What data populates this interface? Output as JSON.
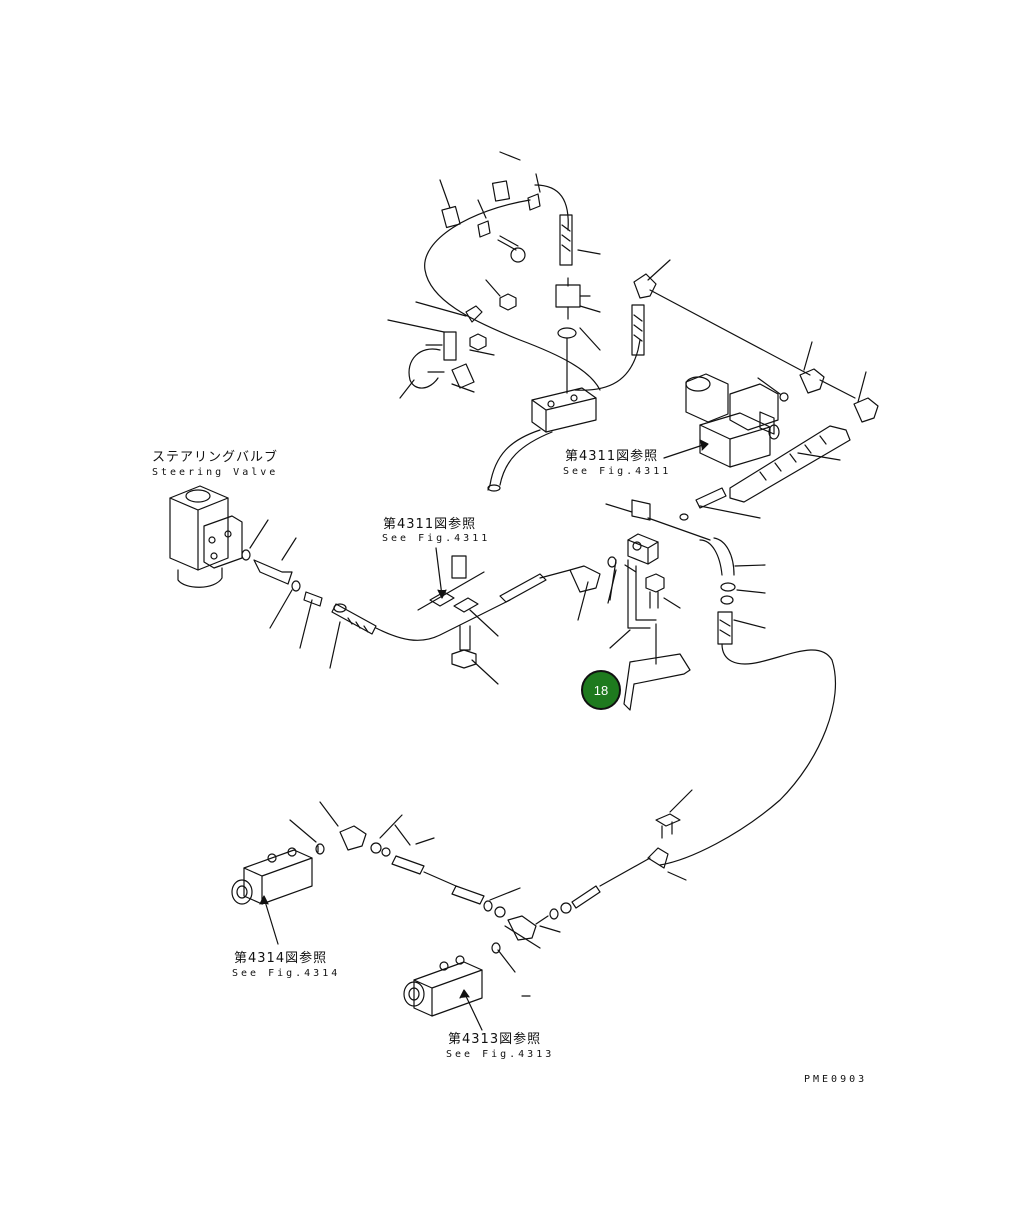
{
  "labels": {
    "steering_valve_jp": "ステアリングバルブ",
    "steering_valve_en": "Steering Valve",
    "ref_4311_a_jp": "第4311図参照",
    "ref_4311_a_en": "See Fig.4311",
    "ref_4311_b_jp": "第4311図参照",
    "ref_4311_b_en": "See Fig.4311",
    "ref_4314_jp": "第4314図参照",
    "ref_4314_en": "See Fig.4314",
    "ref_4313_jp": "第4313図参照",
    "ref_4313_en": "See Fig.4313",
    "drawing_code": "PME0903"
  },
  "callout": {
    "number": "18",
    "color": "#1e7a1e"
  },
  "line_color": "#111111"
}
